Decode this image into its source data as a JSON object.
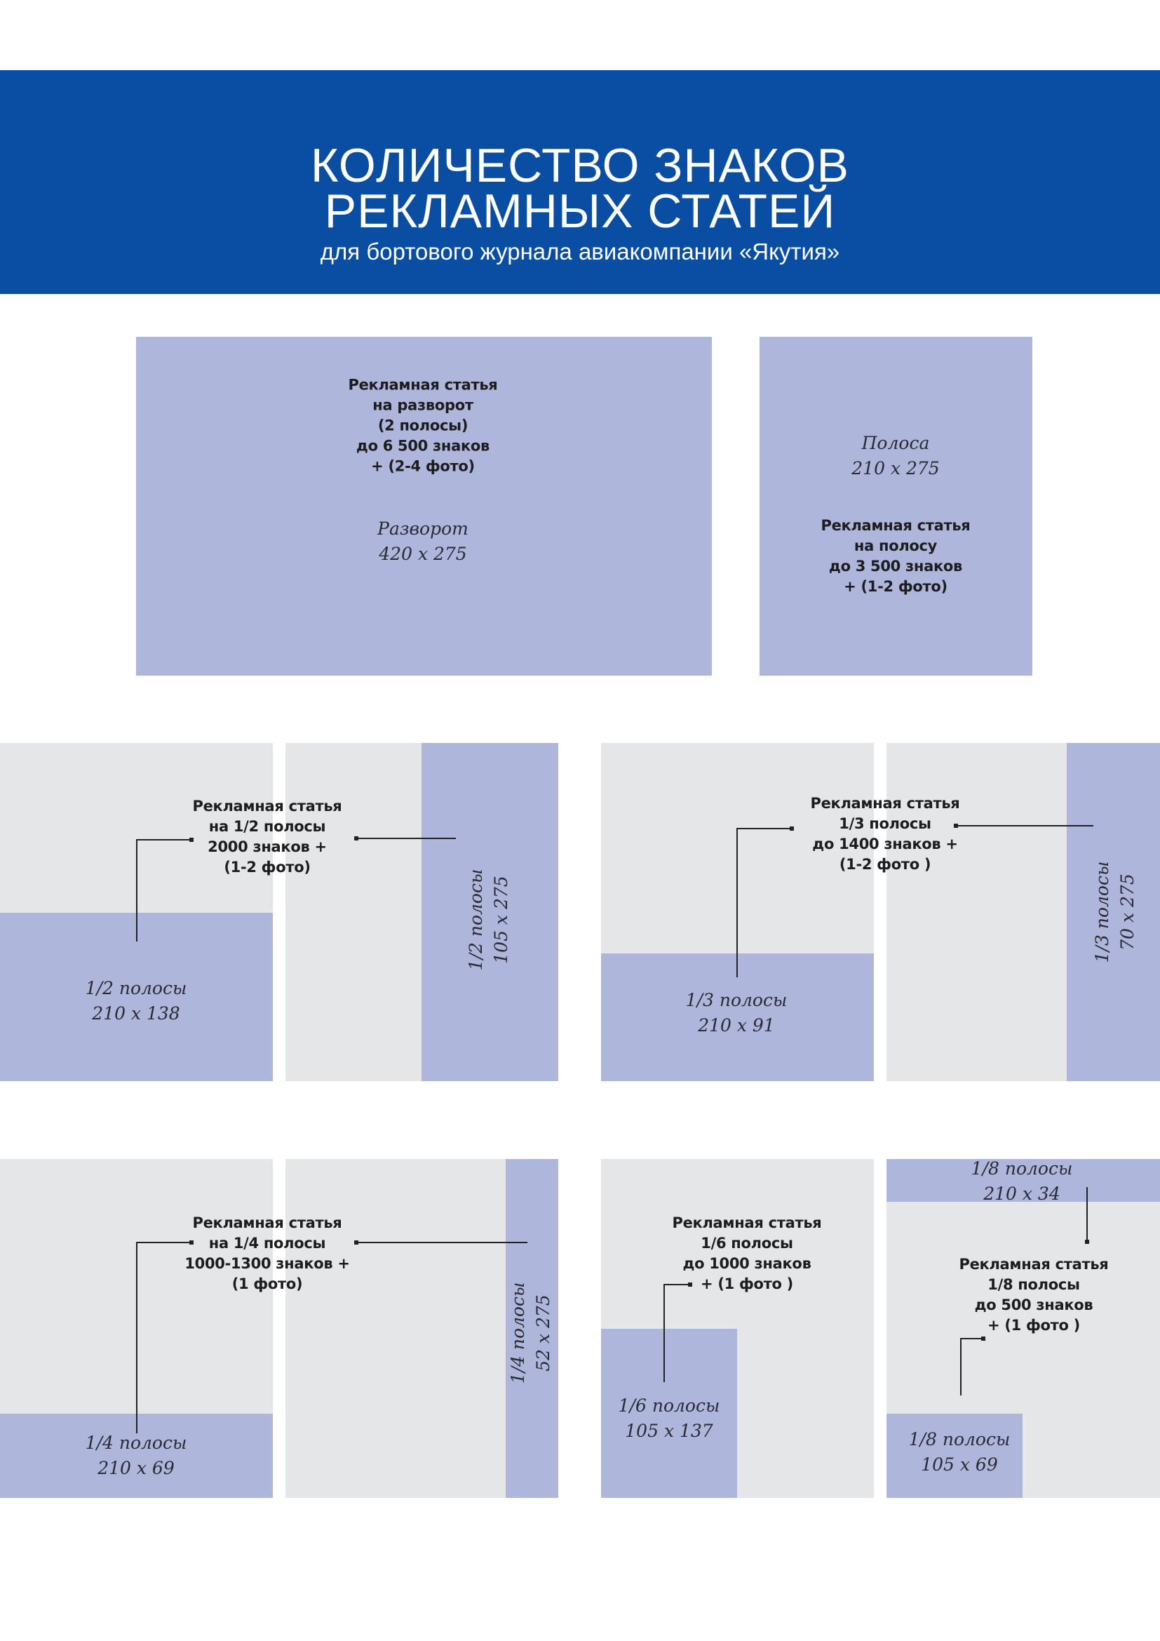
{
  "header": {
    "title_line1": "КОЛИЧЕСТВО ЗНАКОВ",
    "title_line2": "РЕКЛАМНЫХ СТАТЕЙ",
    "subtitle": "для бортового журнала авиакомпании «Якутия»"
  },
  "colors": {
    "header": "#0a4ea3",
    "ad_area": "#aeb6dc",
    "page_area": "#e5e6e8"
  },
  "spread": {
    "desc": [
      "Рекламная статья",
      "на разворот",
      "(2 полосы)",
      "до  6 500 знаков",
      "+ (2-4 фото)"
    ],
    "name": "Разворот",
    "size": "420 x 275"
  },
  "page": {
    "name": "Полоса",
    "size": "210 x 275",
    "desc": [
      "Рекламная статья",
      "на полосу",
      "до  3 500 знаков",
      "+ (1-2 фото)"
    ]
  },
  "half": {
    "desc": [
      "Рекламная статья",
      "на 1/2 полосы",
      "2000 знаков +",
      "(1-2 фото)"
    ],
    "horizontal": {
      "name": "1/2 полосы",
      "size": "210 x 138"
    },
    "vertical": {
      "name": "1/2 полосы",
      "size": "105 x 275"
    }
  },
  "third": {
    "desc": [
      "Рекламная статья",
      "1/3 полосы",
      "до 1400 знаков +",
      "(1-2 фото )"
    ],
    "horizontal": {
      "name": "1/3 полосы",
      "size": "210 x 91"
    },
    "vertical": {
      "name": "1/3 полосы",
      "size": "70 x 275"
    }
  },
  "quarter": {
    "desc": [
      "Рекламная статья",
      "на 1/4 полосы",
      "1000-1300 знаков +",
      "(1 фото)"
    ],
    "horizontal": {
      "name": "1/4 полосы",
      "size": "210 x 69"
    },
    "vertical": {
      "name": "1/4 полосы",
      "size": "52 x 275"
    }
  },
  "sixth": {
    "desc": [
      "Рекламная статья",
      "1/6 полосы",
      "до 1000 знаков",
      "+ (1 фото )"
    ],
    "block": {
      "name": "1/6 полосы",
      "size": "105 x 137"
    }
  },
  "eighth": {
    "desc": [
      "Рекламная статья",
      "1/8 полосы",
      "до 500 знаков",
      "+ (1 фото )"
    ],
    "strip": {
      "name": "1/8 полосы",
      "size": "210 x 34"
    },
    "block": {
      "name": "1/8 полосы",
      "size": "105 x 69"
    }
  }
}
